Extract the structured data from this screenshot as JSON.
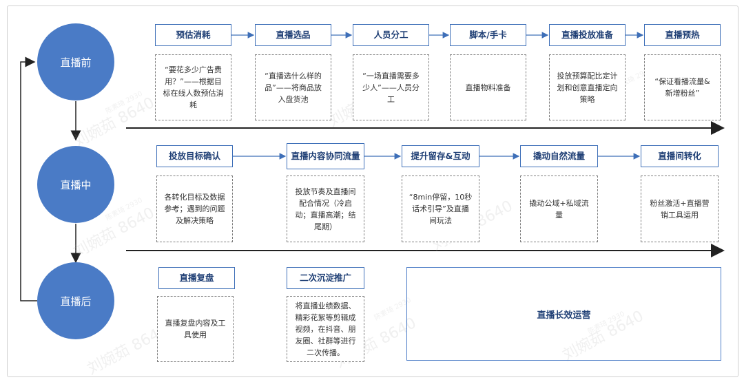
{
  "phases": {
    "before": "直播前",
    "during": "直播中",
    "after": "直播后"
  },
  "row1": {
    "steps": [
      "预估消耗",
      "直播选品",
      "人员分工",
      "脚本/手卡",
      "直播投放准备",
      "直播预热"
    ],
    "descs": [
      "“要花多少广告费用？”——根据目标在线人数预估消耗",
      "“直播选什么样的品”——将商品放入盘货池",
      "“一场直播需要多少人”——人员分工",
      "直播物料准备",
      "投放预算配比定计划和创意直播定向策略",
      "“保证看播流量&新增粉丝”"
    ]
  },
  "row2": {
    "steps": [
      "投放目标确认",
      "直播内容协同流量",
      "提升留存&互动",
      "撬动自然流量",
      "直播间转化"
    ],
    "descs": [
      "各转化目标及数据参考；遇到的问题及解决策略",
      "投放节奏及直播间配合情况（冷启动；直播高潮；结尾期）",
      "“8min停留，10秒话术引导”及直播间玩法",
      "撬动公域+私域流量",
      "粉丝激活+直播营销工具运用"
    ]
  },
  "row3": {
    "steps": [
      "直播复盘",
      "二次沉淀推广"
    ],
    "descs": [
      "直播复盘内容及工具使用",
      "将直播业绩数据、精彩花絮等剪辑成视频，在抖音、朋友圈、社群等进行二次传播。"
    ]
  },
  "long_term_box": "直播长效运营",
  "watermark": {
    "name_text": "刘婉茹 8640",
    "id_text": "陈素琦 2930"
  },
  "colors": {
    "circle_fill": "#4a7bc6",
    "step_border": "#3e6fb8",
    "step_text": "#1f3f75",
    "dashed_border": "#7d7d7d",
    "arrow": "#222222"
  }
}
